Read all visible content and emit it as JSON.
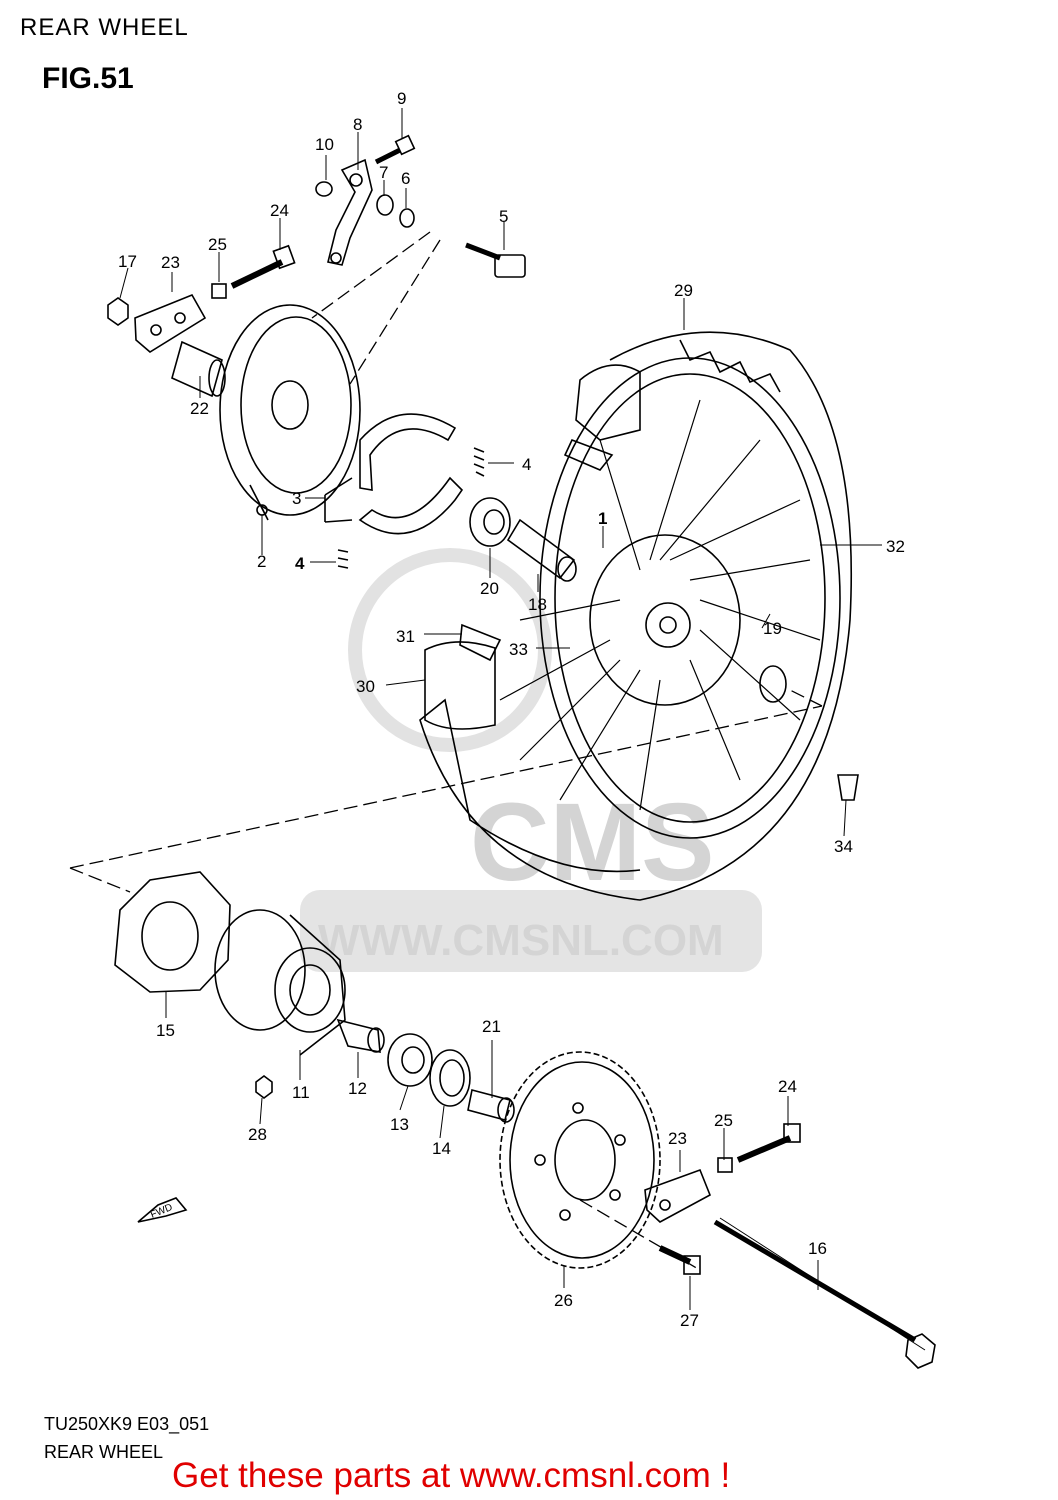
{
  "header": {
    "section_title": "REAR WHEEL",
    "figure_label": "FIG.51"
  },
  "footer": {
    "model_code": "TU250XK9 E03_051",
    "section_name": "REAR WHEEL",
    "promo_text": "Get these parts at www.cmsnl.com !"
  },
  "watermark": {
    "logo_text": "CMS",
    "url": "WWW.CMSNL.COM"
  },
  "callouts": [
    {
      "id": "1",
      "label": "1",
      "bold": true
    },
    {
      "id": "2",
      "label": "2"
    },
    {
      "id": "3",
      "label": "3"
    },
    {
      "id": "4a",
      "label": "4"
    },
    {
      "id": "4b",
      "label": "4",
      "bold": true
    },
    {
      "id": "5",
      "label": "5"
    },
    {
      "id": "6",
      "label": "6"
    },
    {
      "id": "7",
      "label": "7"
    },
    {
      "id": "8",
      "label": "8"
    },
    {
      "id": "9",
      "label": "9"
    },
    {
      "id": "10",
      "label": "10"
    },
    {
      "id": "11",
      "label": "11"
    },
    {
      "id": "12",
      "label": "12"
    },
    {
      "id": "13",
      "label": "13"
    },
    {
      "id": "14",
      "label": "14"
    },
    {
      "id": "15",
      "label": "15"
    },
    {
      "id": "16",
      "label": "16"
    },
    {
      "id": "17",
      "label": "17"
    },
    {
      "id": "18",
      "label": "18"
    },
    {
      "id": "19",
      "label": "19"
    },
    {
      "id": "20",
      "label": "20"
    },
    {
      "id": "21",
      "label": "21"
    },
    {
      "id": "22",
      "label": "22"
    },
    {
      "id": "23a",
      "label": "23"
    },
    {
      "id": "23b",
      "label": "23"
    },
    {
      "id": "24a",
      "label": "24"
    },
    {
      "id": "24b",
      "label": "24"
    },
    {
      "id": "25a",
      "label": "25"
    },
    {
      "id": "25b",
      "label": "25"
    },
    {
      "id": "26",
      "label": "26"
    },
    {
      "id": "27",
      "label": "27"
    },
    {
      "id": "28",
      "label": "28"
    },
    {
      "id": "29",
      "label": "29"
    },
    {
      "id": "30",
      "label": "30"
    },
    {
      "id": "31",
      "label": "31"
    },
    {
      "id": "32",
      "label": "32"
    },
    {
      "id": "33",
      "label": "33"
    },
    {
      "id": "34",
      "label": "34"
    }
  ],
  "fwd_arrow": "FWD"
}
